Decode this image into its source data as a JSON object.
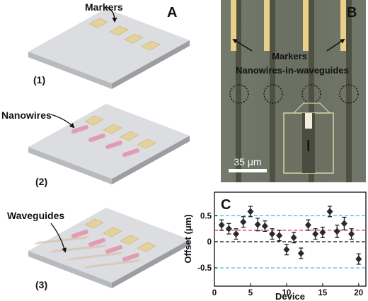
{
  "panels": {
    "a": {
      "letter": "A",
      "steps": [
        {
          "number": "(1)",
          "callout": "Markers"
        },
        {
          "number": "(2)",
          "callout": "Nanowires"
        },
        {
          "number": "(3)",
          "callout": "Waveguides"
        }
      ]
    },
    "b": {
      "letter": "B",
      "markers_label": "Markers",
      "nanowires_label": "Nanowires-in-waveguides",
      "scale_bar": "35 μm"
    },
    "c": {
      "letter": "C"
    }
  },
  "colors": {
    "substrate_top": "#dcdde0",
    "substrate_side": "#a9abb0",
    "marker": "#e3d39a",
    "nanowire": "#e39ab3",
    "waveguide": "#d3c0ae",
    "micrograph_bg": "#6b7264",
    "micro_waveguide": "#4e5142",
    "micro_stripe": "#e8cf8a",
    "inset_frame": "#d8d4a8",
    "data_marker": "#2a2a2a",
    "ref_cyan": "#3fb6d1",
    "ref_red": "#e0475e",
    "ref_black": "#111111"
  },
  "chart_data": {
    "type": "scatter",
    "xlabel": "Device",
    "ylabel": "Offset (μm)",
    "xlim": [
      0,
      21
    ],
    "ylim": [
      -0.85,
      0.95
    ],
    "xticks": [
      "0",
      "5",
      "10",
      "15",
      "20"
    ],
    "yticks": [
      "0.5",
      "0",
      "-0.5"
    ],
    "series": [
      {
        "x": [
          1,
          2,
          3,
          4,
          5,
          6,
          7,
          8,
          9,
          10,
          11,
          12,
          13,
          14,
          15,
          16,
          17,
          18,
          19,
          20
        ],
        "y": [
          0.32,
          0.25,
          0.15,
          0.38,
          0.58,
          0.33,
          0.3,
          0.15,
          0.12,
          -0.15,
          0.08,
          -0.22,
          0.32,
          0.15,
          0.18,
          0.58,
          0.2,
          0.35,
          0.15,
          -0.33
        ],
        "err": [
          0.1,
          0.1,
          0.1,
          0.1,
          0.1,
          0.12,
          0.1,
          0.1,
          0.1,
          0.1,
          0.1,
          0.1,
          0.1,
          0.1,
          0.1,
          0.1,
          0.12,
          0.12,
          0.1,
          0.1
        ]
      }
    ],
    "reference_lines": [
      {
        "y": 0.5,
        "color": "cyan",
        "style": "dashed"
      },
      {
        "y": 0.22,
        "color": "red",
        "style": "dashed"
      },
      {
        "y": 0,
        "color": "black",
        "style": "dashed"
      },
      {
        "y": -0.5,
        "color": "cyan",
        "style": "dashed"
      }
    ],
    "grid": false
  }
}
